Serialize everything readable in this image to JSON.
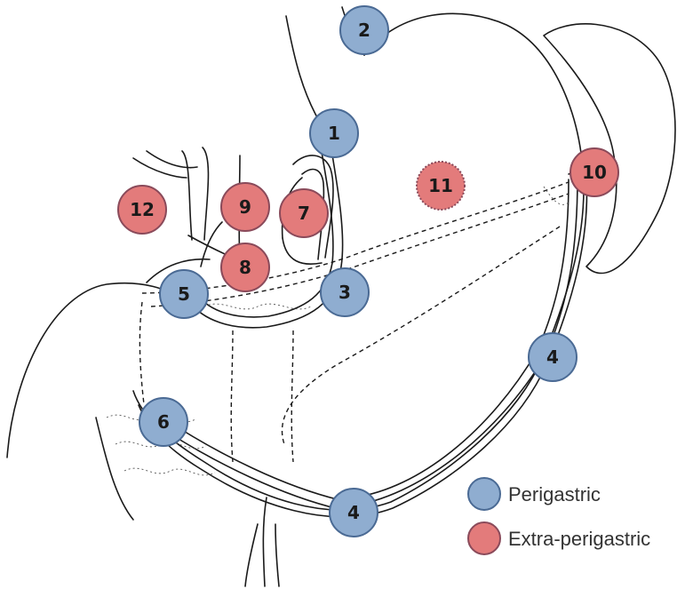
{
  "colors": {
    "perigastric_fill": "#8fadd0",
    "perigastric_stroke": "#4a6a94",
    "extra_fill": "#e37b7b",
    "extra_stroke": "#8a4a5a"
  },
  "nodes": [
    {
      "id": "node-1",
      "label": "1",
      "group": "perigastric"
    },
    {
      "id": "node-2",
      "label": "2",
      "group": "perigastric"
    },
    {
      "id": "node-3",
      "label": "3",
      "group": "perigastric"
    },
    {
      "id": "node-4a",
      "label": "4",
      "group": "perigastric"
    },
    {
      "id": "node-4b",
      "label": "4",
      "group": "perigastric"
    },
    {
      "id": "node-5",
      "label": "5",
      "group": "perigastric"
    },
    {
      "id": "node-6",
      "label": "6",
      "group": "perigastric"
    },
    {
      "id": "node-7",
      "label": "7",
      "group": "extra"
    },
    {
      "id": "node-8",
      "label": "8",
      "group": "extra"
    },
    {
      "id": "node-9",
      "label": "9",
      "group": "extra"
    },
    {
      "id": "node-10",
      "label": "10",
      "group": "extra"
    },
    {
      "id": "node-11",
      "label": "11",
      "group": "extra"
    },
    {
      "id": "node-12",
      "label": "12",
      "group": "extra"
    }
  ],
  "legend": {
    "perigastric": "Perigastric",
    "extra": "Extra-perigastric"
  }
}
